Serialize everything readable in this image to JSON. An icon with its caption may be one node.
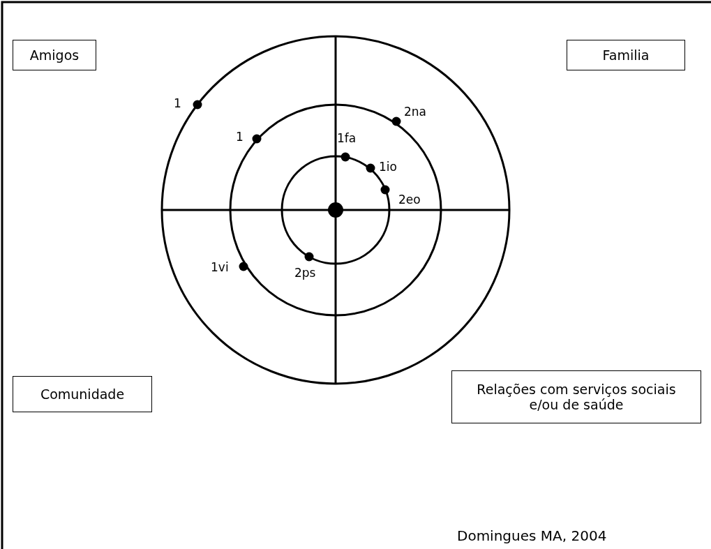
{
  "diagram": {
    "caption": "Domingues MA, 2004",
    "nodes": [
      {
        "text": [
          "Amigos"
        ]
      },
      {
        "text": [
          "Familia"
        ]
      },
      {
        "text": [
          "Comunidade"
        ]
      },
      {
        "text": [
          "Relações com serviços sociais e/ou de saúde"
        ]
      }
    ],
    "labels": [
      "1",
      "2na",
      "1",
      "1fa",
      "1io",
      "2eo",
      "1vi",
      "2ps"
    ]
  }
}
